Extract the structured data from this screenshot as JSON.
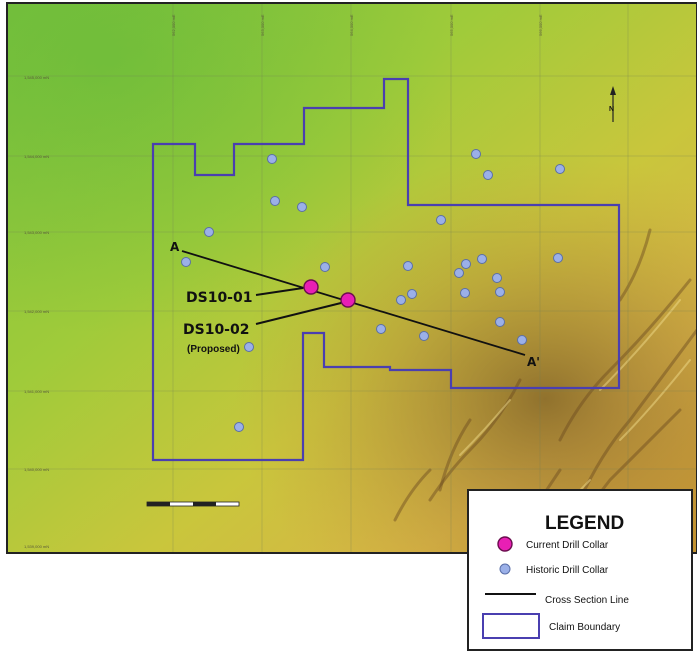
{
  "colors": {
    "claim_boundary": "#4a3fb0",
    "current_collar": "#e81fb4",
    "historic_collar": "#9bb0e8",
    "cross_section": "#111111",
    "terrain_low": "#79c23a",
    "terrain_mid": "#c8c43a",
    "terrain_high": "#d39a2c"
  },
  "map": {
    "drill_labels": {
      "ds10_01": "DS10-01",
      "ds10_02": "DS10-02",
      "proposed": "(Proposed)"
    },
    "section_labels": {
      "start": "A",
      "end": "A'"
    },
    "north_arrow": "N",
    "grid_left_labels": [
      "1,545,000 mN",
      "1,544,000 mN",
      "1,543,000 mN",
      "1,542,000 mN",
      "1,541,000 mN",
      "1,540,000 mN",
      "1,539,000 mN"
    ],
    "grid_top_labels": [
      "562,000 mE",
      "563,000 mE",
      "564,000 mE",
      "565,000 mE",
      "566,000 mE"
    ]
  },
  "legend": {
    "title": "LEGEND",
    "items": [
      {
        "label": "Current Drill Collar",
        "icon": "magenta-circle-icon"
      },
      {
        "label": "Historic Drill Collar",
        "icon": "blue-circle-icon"
      },
      {
        "label": "Cross Section Line",
        "icon": "black-line-icon"
      },
      {
        "label": "Claim Boundary",
        "icon": "purple-rectangle-icon"
      }
    ]
  }
}
